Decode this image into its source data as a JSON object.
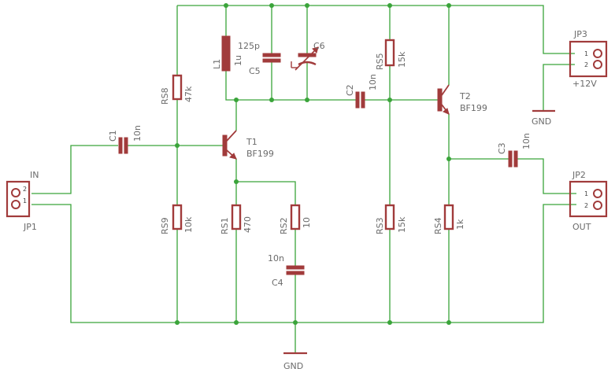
{
  "connectors": {
    "jp1": {
      "name": "JP1",
      "label": "IN",
      "pin1": "1",
      "pin2": "2"
    },
    "jp2": {
      "name": "JP2",
      "label": "OUT",
      "pin1": "1",
      "pin2": "2"
    },
    "jp3": {
      "name": "JP3",
      "label": "+12V",
      "pin1": "1",
      "pin2": "2"
    }
  },
  "transistors": {
    "t1": {
      "name": "T1",
      "value": "BF199"
    },
    "t2": {
      "name": "T2",
      "value": "BF199"
    }
  },
  "capacitors": {
    "c1": {
      "name": "C1",
      "value": "10n"
    },
    "c2": {
      "name": "C2",
      "value": "10n"
    },
    "c3": {
      "name": "C3",
      "value": "10n"
    },
    "c4": {
      "name": "C4",
      "value": "10n"
    },
    "c5": {
      "name": "C5",
      "value": "125p"
    },
    "c6": {
      "name": "C6",
      "value": ""
    }
  },
  "inductor": {
    "name": "L1",
    "value": "1u"
  },
  "resistors": {
    "rs1": {
      "name": "RS1",
      "value": "470"
    },
    "rs2": {
      "name": "RS2",
      "value": "10"
    },
    "rs3": {
      "name": "RS3",
      "value": "15k"
    },
    "rs4": {
      "name": "RS4",
      "value": "1k"
    },
    "rs5": {
      "name": "RS5",
      "value": "15k"
    },
    "rs8": {
      "name": "RS8",
      "value": "47k"
    },
    "rs9": {
      "name": "RS9",
      "value": "10k"
    }
  },
  "ground": {
    "bottom": "GND",
    "right": "GND"
  }
}
